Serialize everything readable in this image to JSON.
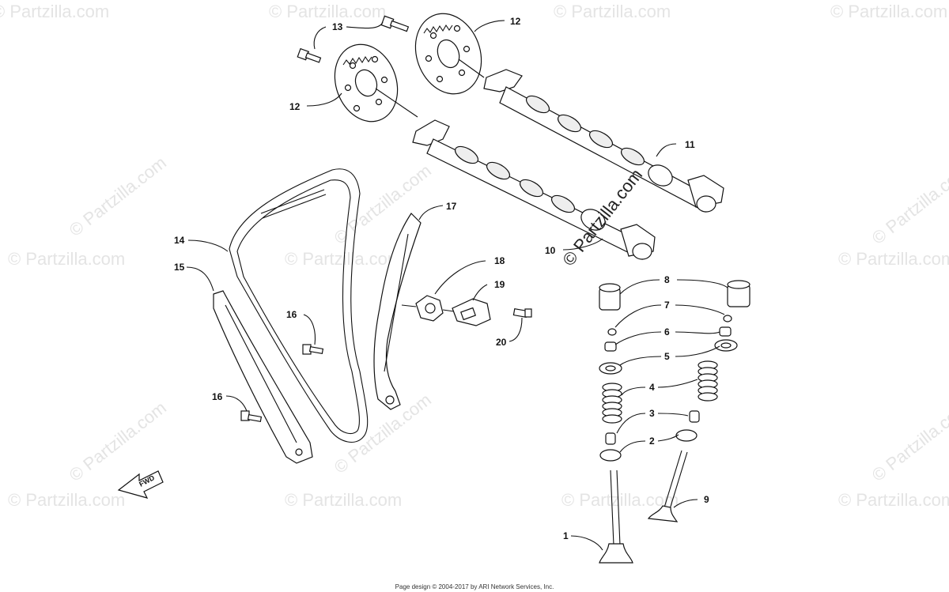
{
  "watermark": {
    "text": "© Partzilla.com"
  },
  "callouts": {
    "c1": "1",
    "c2": "2",
    "c3": "3",
    "c4": "4",
    "c5": "5",
    "c6": "6",
    "c7": "7",
    "c8": "8",
    "c9": "9",
    "c10": "10",
    "c11": "11",
    "c12a": "12",
    "c12b": "12",
    "c13": "13",
    "c14": "14",
    "c15": "15",
    "c16a": "16",
    "c16b": "16",
    "c17": "17",
    "c18": "18",
    "c19": "19",
    "c20": "20"
  },
  "fwd_label": "FWD",
  "footer": "Page design © 2004-2017 by ARI Network Services, Inc."
}
